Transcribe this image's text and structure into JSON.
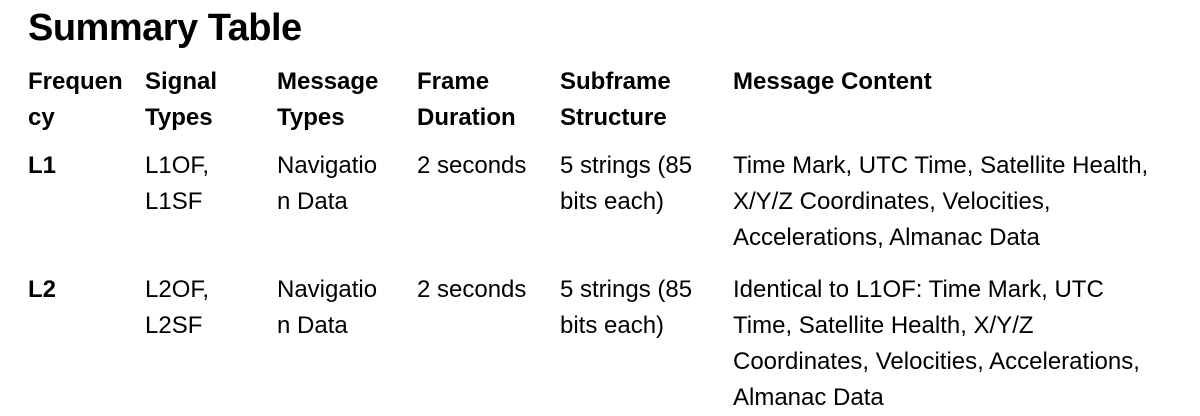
{
  "page": {
    "background_color": "#ffffff",
    "text_color": "#000000"
  },
  "title": "Summary Table",
  "table": {
    "headers": [
      "Frequen\ncy",
      "Signal\nTypes",
      "Message\nTypes",
      "Frame\nDuration",
      "Subframe\nStructure",
      "Message Content"
    ],
    "rows": [
      {
        "frequency": "L1",
        "signal_types": "L1OF,\nL1SF",
        "message_types": "Navigatio\nn Data",
        "frame_duration": "2 seconds",
        "subframe_structure": "5 strings (85\nbits each)",
        "message_content": "Time Mark, UTC Time, Satellite Health,\nX/Y/Z Coordinates, Velocities,\nAccelerations, Almanac Data"
      },
      {
        "frequency": "L2",
        "signal_types": "L2OF,\nL2SF",
        "message_types": "Navigatio\nn Data",
        "frame_duration": "2 seconds",
        "subframe_structure": "5 strings (85\nbits each)",
        "message_content": "Identical to L1OF: Time Mark, UTC\nTime, Satellite Health, X/Y/Z\nCoordinates, Velocities, Accelerations,\nAlmanac Data"
      }
    ]
  }
}
